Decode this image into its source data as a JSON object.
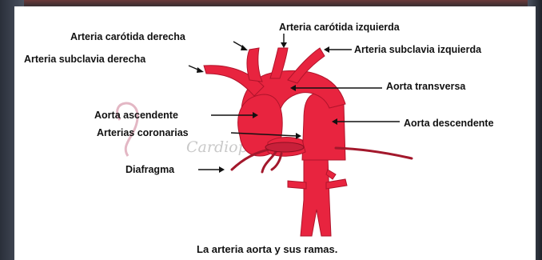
{
  "diagram": {
    "caption": "La arteria aorta y sus ramas.",
    "watermark": "Cardiopatías.com.ar",
    "labels": {
      "carotida_izquierda": "Arteria carótida izquierda",
      "carotida_derecha": "Arteria carótida derecha",
      "subclavia_izquierda": "Arteria subclavia izquierda",
      "subclavia_derecha": "Arteria subclavia derecha",
      "aorta_transversa": "Aorta transversa",
      "aorta_ascendente": "Aorta ascendente",
      "aorta_descendente": "Aorta descendente",
      "arterias_coronarias": "Arterias coronarias",
      "diafragma": "Diafragma"
    },
    "colors": {
      "artery": "#e8243f",
      "artery_outline": "#b0142b",
      "text": "#111111"
    }
  }
}
